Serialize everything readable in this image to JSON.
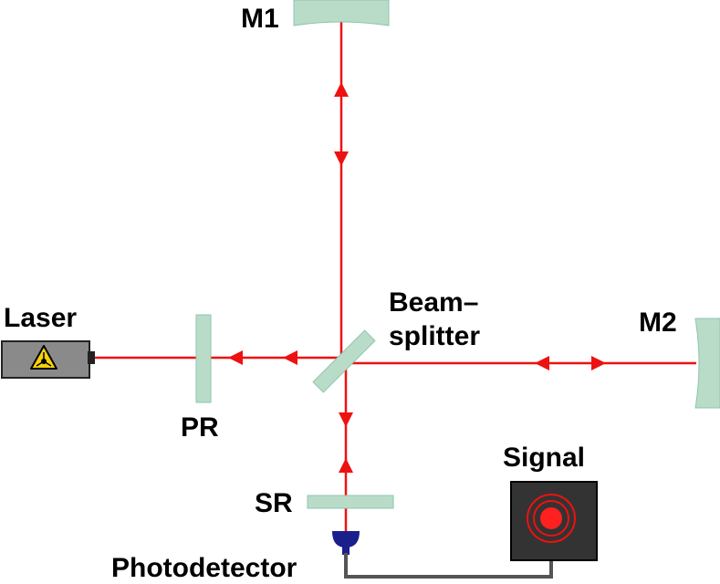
{
  "labels": {
    "m1": "M1",
    "m2": "M2",
    "laser": "Laser",
    "pr": "PR",
    "beamsplitter_line1": "Beam–",
    "beamsplitter_line2": "splitter",
    "sr": "SR",
    "signal": "Signal",
    "photodetector": "Photodetector"
  },
  "icons": {
    "laser_warning": "laser-warning-icon",
    "signal_target": "signal-target-icon"
  },
  "colors": {
    "beam": "#ee1111",
    "mirror": "#b9dcc9",
    "mirror_edge": "#8fc4ad",
    "laser_body": "#8a8a8a",
    "signal_box": "#333333",
    "detector": "#1a1f8c",
    "cable": "#555555",
    "warning_yellow": "#f5d20a"
  }
}
